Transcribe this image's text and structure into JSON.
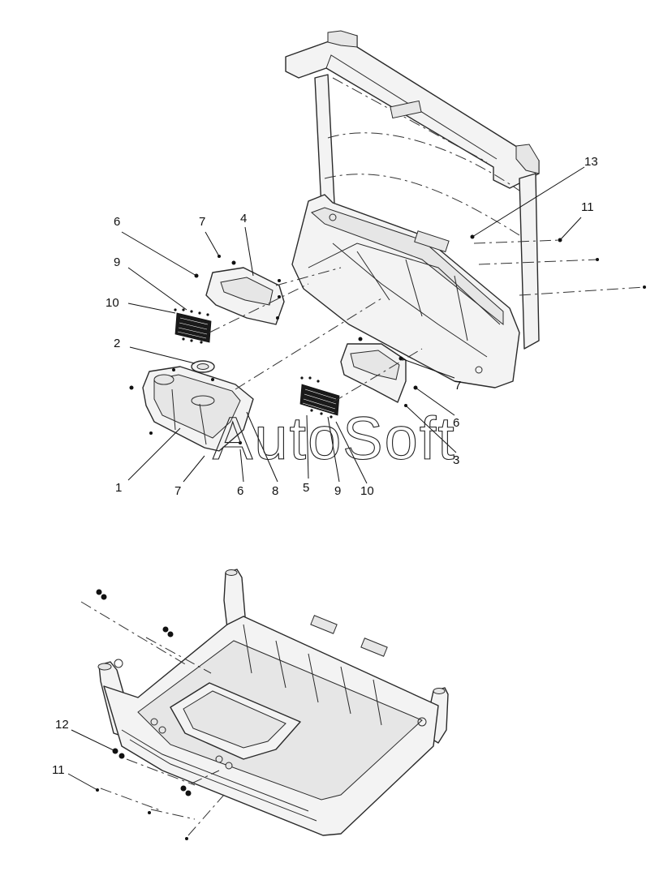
{
  "watermark": "AutoSoft",
  "callouts_upper": {
    "c1": "1",
    "c2": "2",
    "c3": "3",
    "c4": "4",
    "c5": "5",
    "c6a": "6",
    "c6b": "6",
    "c6c": "6",
    "c7a": "7",
    "c7b": "7",
    "c7c": "7",
    "c8": "8",
    "c9a": "9",
    "c9b": "9",
    "c10a": "10",
    "c10b": "10",
    "c11": "11",
    "c13": "13"
  },
  "callouts_lower": {
    "c11": "11",
    "c12": "12"
  }
}
